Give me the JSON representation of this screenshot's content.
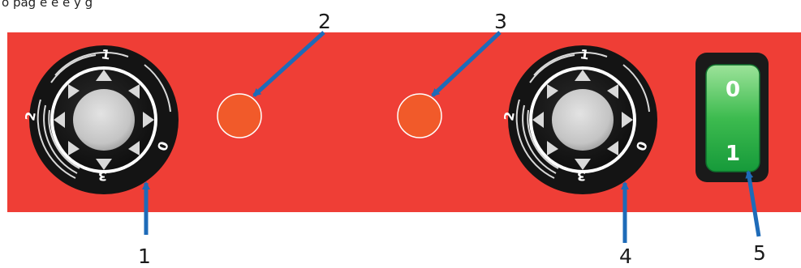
{
  "header": {
    "text": "o pag e e e y g "
  },
  "callouts": [
    "1",
    "2",
    "3",
    "4",
    "5"
  ],
  "knob_left": {
    "marks": [
      "1",
      "2",
      "3",
      "0"
    ]
  },
  "knob_right": {
    "marks": [
      "1",
      "2",
      "3",
      "0"
    ]
  },
  "switch": {
    "top_label": "0",
    "bottom_label": "1"
  },
  "colors": {
    "panel": "#ef3e36",
    "indicator": "#f15a2a",
    "switch_green": "#2fb34a",
    "arrow": "#1e6bb8"
  }
}
